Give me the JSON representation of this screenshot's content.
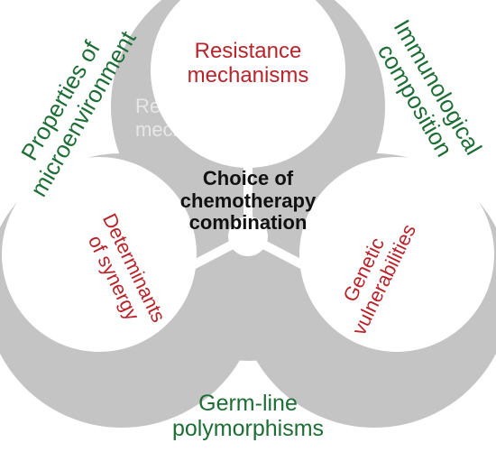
{
  "center_label": "Choice of\nchemotherapy\ncombination",
  "inner_labels": {
    "top": "Resistance\nmechanisms",
    "left": "Determinants\nof synergy",
    "right": "Genetic\nvulnerabilities"
  },
  "outer_labels": {
    "top_left": "Properties of\nmicroenvironment",
    "top_right": "Immunological\ncomposition",
    "bottom": "Germ-line\npolymorphisms"
  },
  "colors": {
    "symbol_gray": "#c4c4c4",
    "inner_label": "#b8242a",
    "outer_label": "#1d6e35",
    "center_label": "#111111"
  },
  "icons": [
    "biohazard-symbol"
  ]
}
